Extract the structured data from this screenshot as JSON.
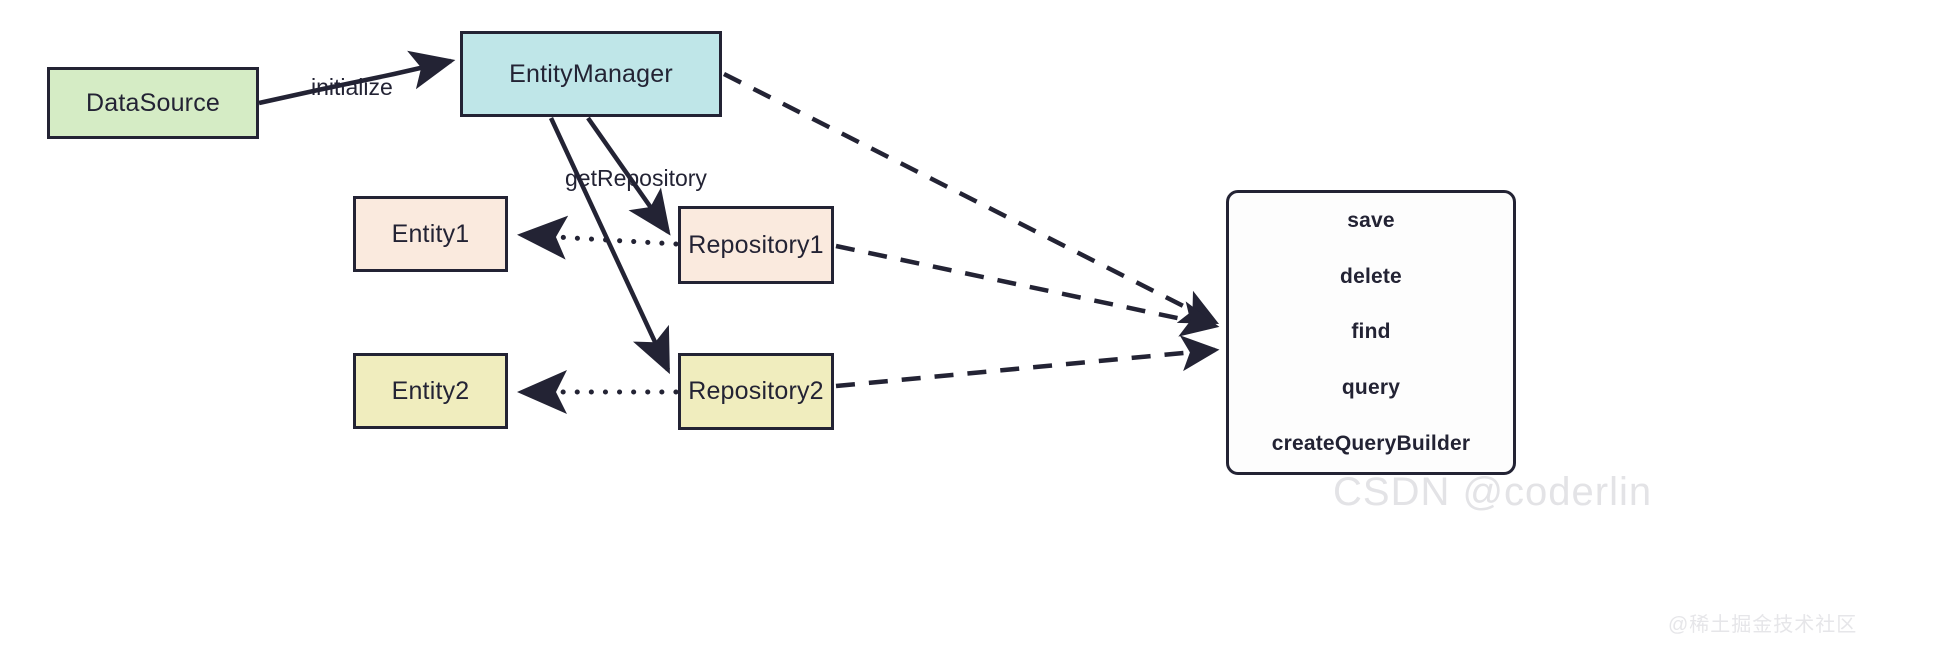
{
  "diagram": {
    "title": "TypeORM DataSource / EntityManager / Repository relationship diagram",
    "background_color": "#ffffff",
    "stroke_color": "#232334",
    "nodes": {
      "datasource": {
        "label": "DataSource",
        "fill": "#d5ecc5"
      },
      "entity_manager": {
        "label": "EntityManager",
        "fill": "#bfe6e8"
      },
      "entity1": {
        "label": "Entity1",
        "fill": "#faeade"
      },
      "entity2": {
        "label": "Entity2",
        "fill": "#f0edbe"
      },
      "repository1": {
        "label": "Repository1",
        "fill": "#faeade"
      },
      "repository2": {
        "label": "Repository2",
        "fill": "#f0edbe"
      },
      "methods": {
        "fill": "#fdfdfd",
        "items": [
          "save",
          "delete",
          "find",
          "query",
          "createQueryBuilder"
        ]
      }
    },
    "edges": {
      "initialize": {
        "label": "initialize",
        "from": "DataSource",
        "to": "EntityManager",
        "style": "solid"
      },
      "get_repository": {
        "label": "getRepository",
        "from": "EntityManager",
        "to": "Repository1 / Repository2",
        "style": "solid"
      },
      "entity_link_1": {
        "label": "",
        "from": "Repository1",
        "to": "Entity1",
        "style": "dotted"
      },
      "entity_link_2": {
        "label": "",
        "from": "Repository2",
        "to": "Entity2",
        "style": "dotted"
      },
      "methods_from_manager": {
        "label": "",
        "from": "EntityManager",
        "to": "methods",
        "style": "dashed"
      },
      "methods_from_repo1": {
        "label": "",
        "from": "Repository1",
        "to": "methods",
        "style": "dashed"
      },
      "methods_from_repo2": {
        "label": "",
        "from": "Repository2",
        "to": "methods",
        "style": "dashed"
      }
    }
  },
  "watermark": {
    "primary": "CSDN @coderlin",
    "secondary": "@稀土掘金技术社区"
  }
}
